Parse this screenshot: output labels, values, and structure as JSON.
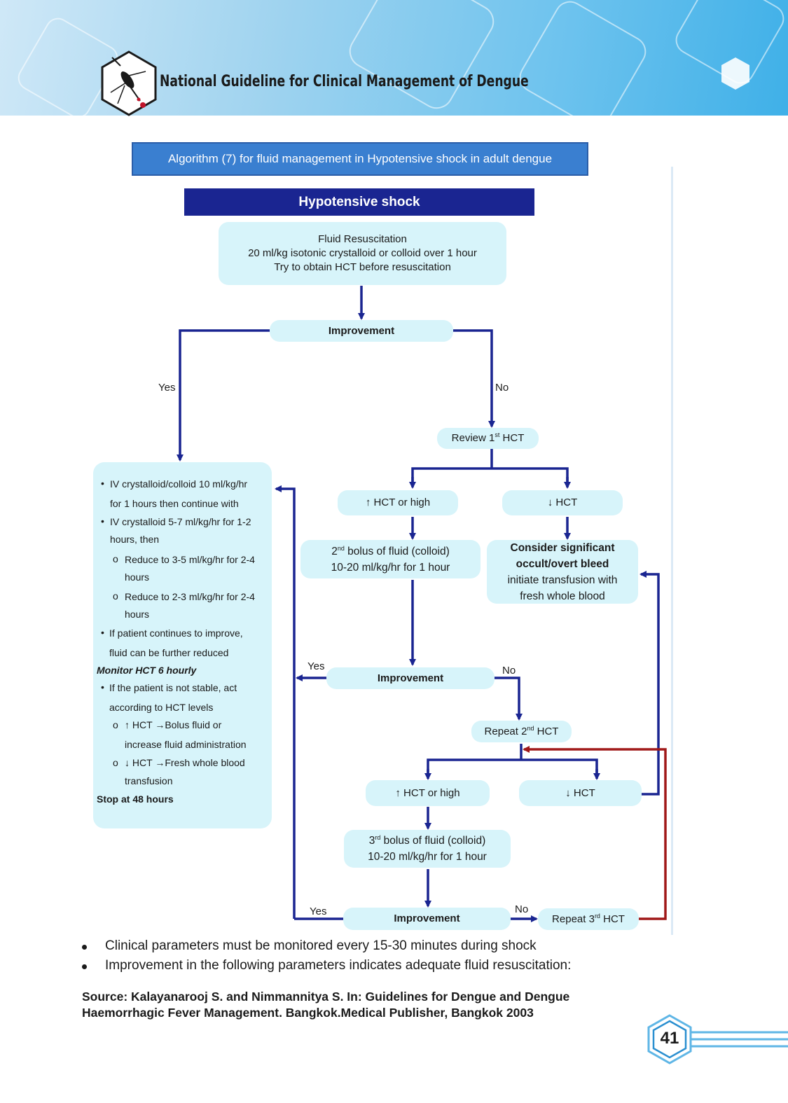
{
  "header": {
    "title": "National Guideline for Clinical Management of Dengue"
  },
  "algorithm_title": "Algorithm (7) for fluid management in Hypotensive shock in adult dengue",
  "shock_title": "Hypotensive shock",
  "resuscitation": {
    "line1": "Fluid Resuscitation",
    "line2": "20 ml/kg isotonic crystalloid or colloid over 1 hour",
    "line3": "Try to obtain HCT before resuscitation"
  },
  "improvement_label": "Improvement",
  "yes_label": "Yes",
  "no_label": "No",
  "review_hct": {
    "pre": "Review 1",
    "sup": "st",
    "post": " HCT"
  },
  "hct_high": "↑ HCT or high",
  "hct_low": "↓ HCT",
  "bolus2": {
    "pre": "2",
    "sup": "nd",
    "post": " bolus of fluid (colloid)",
    "line2": "10-20 ml/kg/hr for 1 hour"
  },
  "bleed": {
    "line1": "Consider significant",
    "line2": "occult/overt bleed",
    "line3": "initiate transfusion with",
    "line4": "fresh whole blood"
  },
  "repeat2": {
    "pre": "Repeat 2",
    "sup": "nd",
    "post": " HCT"
  },
  "bolus3": {
    "pre": "3",
    "sup": "rd",
    "post": " bolus of fluid (colloid)",
    "line2": "10-20 ml/kg/hr for 1 hour"
  },
  "repeat3": {
    "pre": "Repeat 3",
    "sup": "rd",
    "post": " HCT"
  },
  "left_box": {
    "l1": "IV crystalloid/colloid 10 ml/kg/hr",
    "l2": "for 1 hours then continue with",
    "l3": "IV crystalloid 5-7 ml/kg/hr for 1-2",
    "l4": "hours, then",
    "l5": "Reduce to 3-5 ml/kg/hr for 2-4",
    "l6": "hours",
    "l7": "Reduce to 2-3 ml/kg/hr for 2-4",
    "l8": "hours",
    "l9": "If patient continues to improve,",
    "l10": "fluid can be further reduced",
    "l11": "Monitor HCT 6 hourly",
    "l12": "If  the patient is not stable, act",
    "l13": "according to HCT levels",
    "l14a": "↑ HCT ",
    "l14b": "Bolus fluid or",
    "l15": "increase fluid administration",
    "l16a": "↓ HCT ",
    "l16b": "Fresh whole blood",
    "l17": "transfusion",
    "l18": "Stop at 48 hours"
  },
  "notes": {
    "n1": "Clinical parameters must be monitored every 15-30 minutes during shock",
    "n2": "Improvement in the following parameters indicates adequate fluid resuscitation:"
  },
  "source": {
    "line1": "Source: Kalayanarooj S. and Nimmannitya S. In: Guidelines for Dengue and Dengue",
    "line2": "Haemorrhagic Fever Management. Bangkok.Medical Publisher, Bangkok 2003"
  },
  "page_number": "41",
  "colors": {
    "arrow_blue": "#1a2591",
    "arrow_red": "#a01818",
    "node_fill": "#d7f4fa",
    "title_blue": "#3a7fd0"
  }
}
